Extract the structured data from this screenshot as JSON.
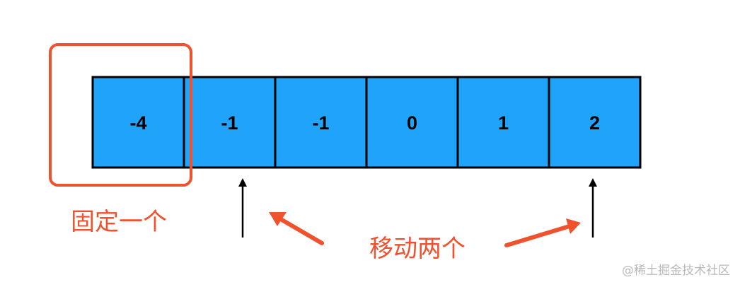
{
  "array": {
    "values": [
      "-4",
      "-1",
      "-1",
      "0",
      "1",
      "2"
    ]
  },
  "labels": {
    "fixed": "固定一个",
    "move": "移动两个"
  },
  "watermark": "@稀土掘金技术社区",
  "colors": {
    "cell_fill": "#1fa3fb",
    "cell_stroke": "#000000",
    "highlight": "#f0522e",
    "arrow": "#000000"
  }
}
